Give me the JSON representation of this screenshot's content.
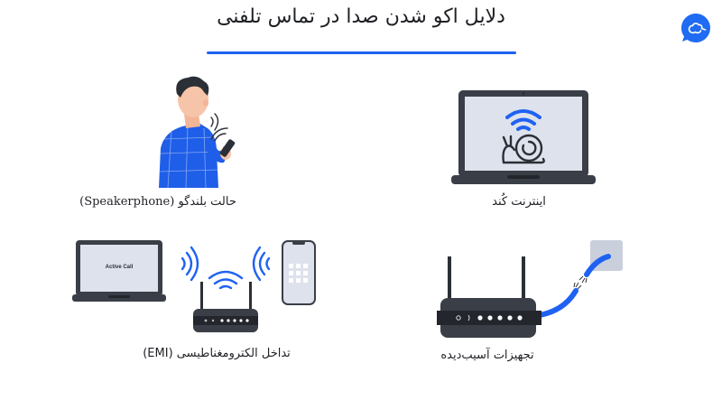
{
  "header": {
    "title": "دلایل اکو شدن صدا در تماس تلفنی",
    "accent_color": "#1f62f2"
  },
  "logo": {
    "icon": "chat-bubble-logo-icon",
    "color": "#1f6bf2"
  },
  "panels": [
    {
      "id": "speakerphone",
      "icon": "man-on-speakerphone-illustration",
      "caption": "حالت بلندگو (Speakerphone)"
    },
    {
      "id": "slow-internet",
      "icon": "laptop-wifi-snail-illustration",
      "caption": "اینترنت کُند"
    },
    {
      "id": "emi",
      "icon": "laptop-router-phone-interference-illustration",
      "caption": "تداخل الکترومغناطیسی (EMI)",
      "laptop_screen_text": "Active Call"
    },
    {
      "id": "damaged-equipment",
      "icon": "router-broken-cable-illustration",
      "caption": "تجهیزات آسیب‌دیده"
    }
  ],
  "colors": {
    "device_dark": "#3a3e47",
    "device_darker": "#23262c",
    "screen": "#dde2ec",
    "blue": "#1f62f2",
    "skin": "#f6c4a8",
    "hair": "#2b2f36",
    "wall_plate": "#c9d0dc"
  }
}
